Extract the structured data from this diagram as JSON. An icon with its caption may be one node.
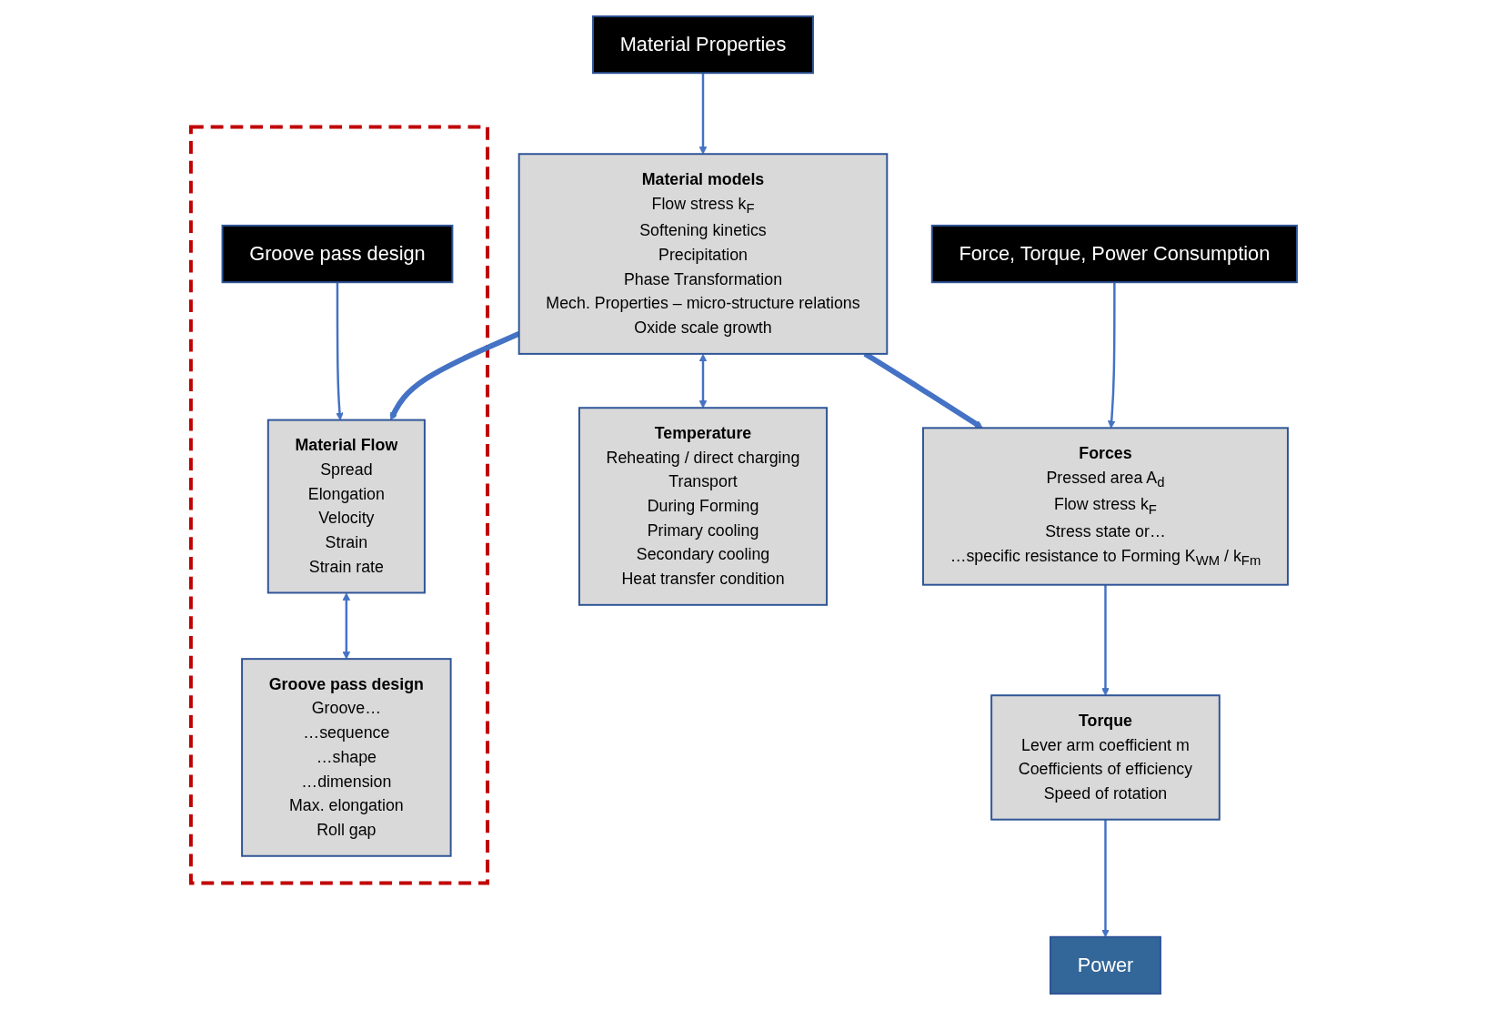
{
  "diagram": {
    "nodes": [
      {
        "text": [],
        "shape": "box"
      },
      {
        "text": [
          "Groove pass design"
        ],
        "in": 0
      },
      {
        "text": [
          "Material Flow",
          "Spread",
          "Elongation",
          "Velocity",
          "Strain",
          "Strain rate"
        ],
        "in": 0
      },
      {
        "text": [
          "Groove pass design",
          "Groove…",
          "…sequence",
          "…shape",
          "…dimension",
          "Max. elongation",
          "Roll gap"
        ],
        "in": 0
      },
      {
        "text": [
          "Material Properties"
        ]
      },
      {
        "text": [
          "Material models",
          "Flow stress k$_{F}$",
          "Softening kinetics",
          "Precipitation",
          "Phase Transformation",
          "Mech. Properties – micro-structure relations",
          "Oxide scale growth"
        ]
      },
      {
        "text": [
          "Temperature",
          "Reheating / direct charging",
          "Transport",
          "During Forming",
          "Primary cooling",
          "Secondary cooling",
          "Heat transfer condition"
        ]
      },
      {
        "text": [
          "Force, Torque, Power Consumption"
        ]
      },
      {
        "text": [
          "Forces",
          "Pressed area A$_{d}$",
          "Flow stress k$_{F}$",
          "Stress state or…",
          "…specific resistance to Forming K$_{WM}$ / k$_{Fm}$"
        ]
      },
      {
        "text": [
          "Torque",
          "Lever arm coefficient m",
          "Coefficients of efficiency",
          "Speed of rotation"
        ]
      },
      {
        "text": [
          "Power"
        ]
      }
    ],
    "edges": [
      {
        "from": 1,
        "to": 2,
        "arrow": "to"
      },
      {
        "from": 2,
        "to": 3,
        "arrow": "both"
      },
      {
        "from": 4,
        "to": 5,
        "arrow": "to"
      },
      {
        "from": 5,
        "to": 6,
        "arrow": "both"
      },
      {
        "from": 5,
        "to": 2,
        "arrow": "to",
        "style": "thick"
      },
      {
        "from": 5,
        "to": 8,
        "arrow": "to",
        "style": "thick"
      },
      {
        "from": 7,
        "to": 8,
        "arrow": "to"
      },
      {
        "from": 8,
        "to": 9,
        "arrow": "to"
      },
      {
        "from": 9,
        "to": 10,
        "arrow": "to"
      }
    ]
  }
}
